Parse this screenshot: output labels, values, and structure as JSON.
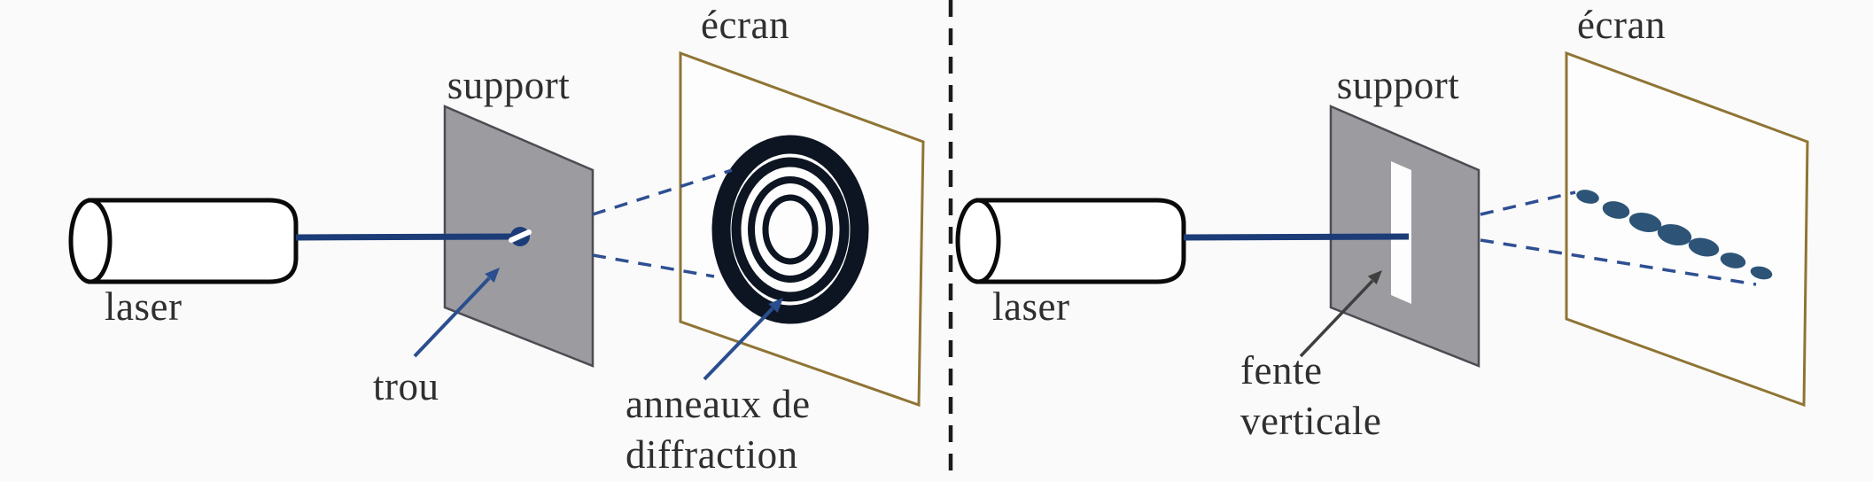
{
  "figure": {
    "description": "Diffraction of a laser beam: left by a small hole (rings), right by a vertical slit (row of spots)"
  },
  "colors": {
    "text": "#2f2f2f",
    "outline": "#0a0a0a",
    "beam": "#1c3c78",
    "ray_dashed": "#2e4f92",
    "support_fill": "#9b9ba0",
    "support_edge": "#4c4c52",
    "screen_edge": "#8f7434",
    "ring": "#0d1522",
    "dot": "#2d5477",
    "arrow_blue": "#2a4e8e",
    "arrow_gray": "#3f3f3f",
    "divider": "#1b1b1b"
  },
  "left": {
    "labels": {
      "laser": "laser",
      "support": "support",
      "screen": "écran",
      "hole": "trou",
      "pattern_line1": "anneaux de",
      "pattern_line2": "diffraction"
    }
  },
  "right": {
    "labels": {
      "laser": "laser",
      "support": "support",
      "screen": "écran",
      "slit_line1": "fente",
      "slit_line2": "verticale"
    }
  }
}
